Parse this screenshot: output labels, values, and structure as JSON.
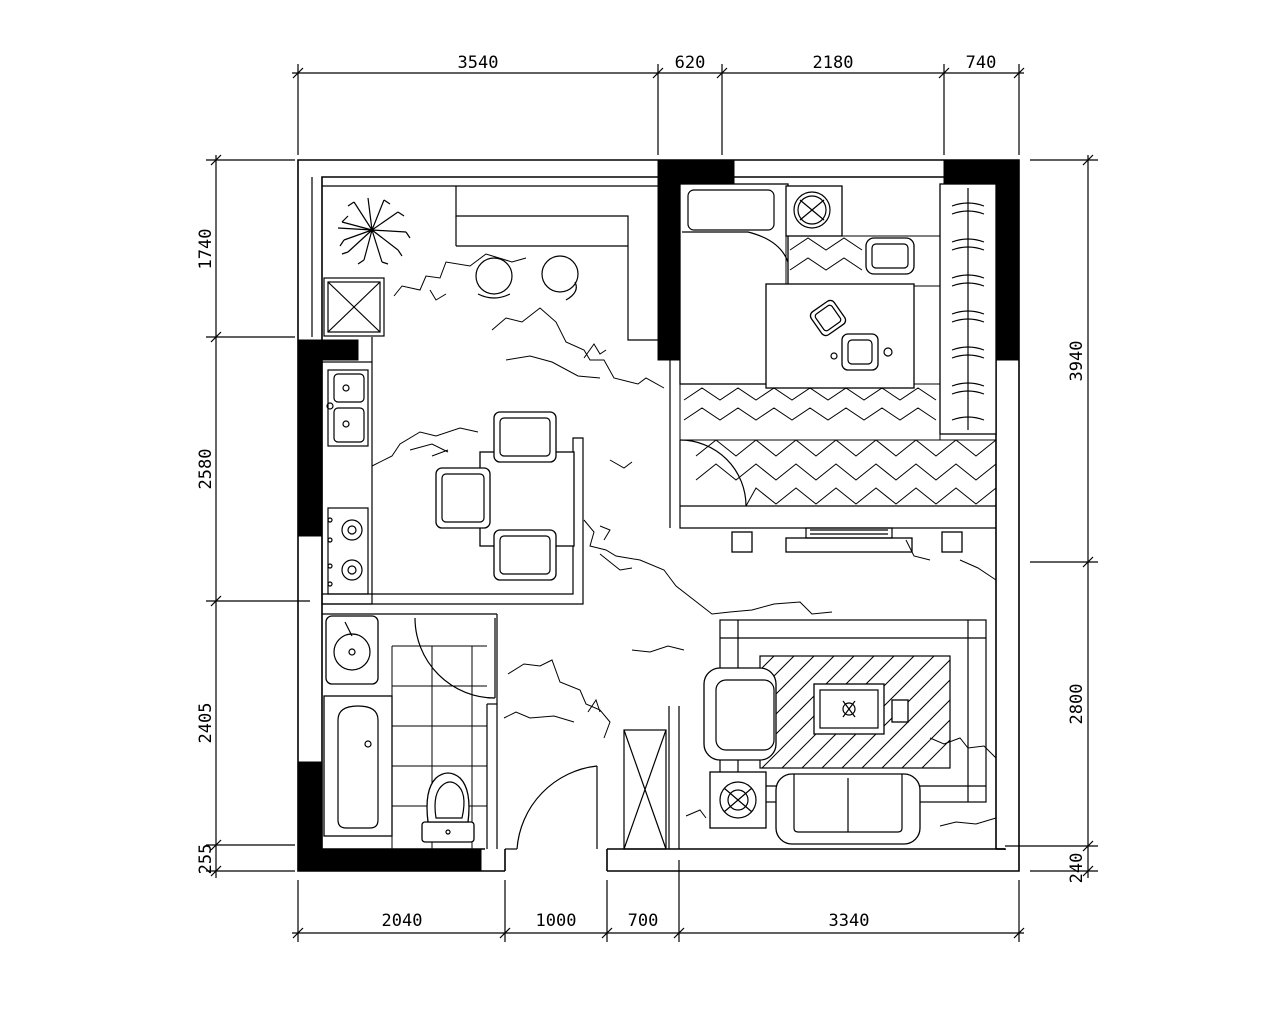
{
  "plan": {
    "dimensions": {
      "top": [
        "3540",
        "620",
        "2180",
        "740"
      ],
      "bottom": [
        "2040",
        "1000",
        "700",
        "3340"
      ],
      "left": [
        "1740",
        "2580",
        "2405",
        "255"
      ],
      "right": [
        "3940",
        "2800",
        "240"
      ]
    },
    "colors": {
      "line": "#000000",
      "background": "#ffffff",
      "wall_fill": "#000000"
    }
  }
}
